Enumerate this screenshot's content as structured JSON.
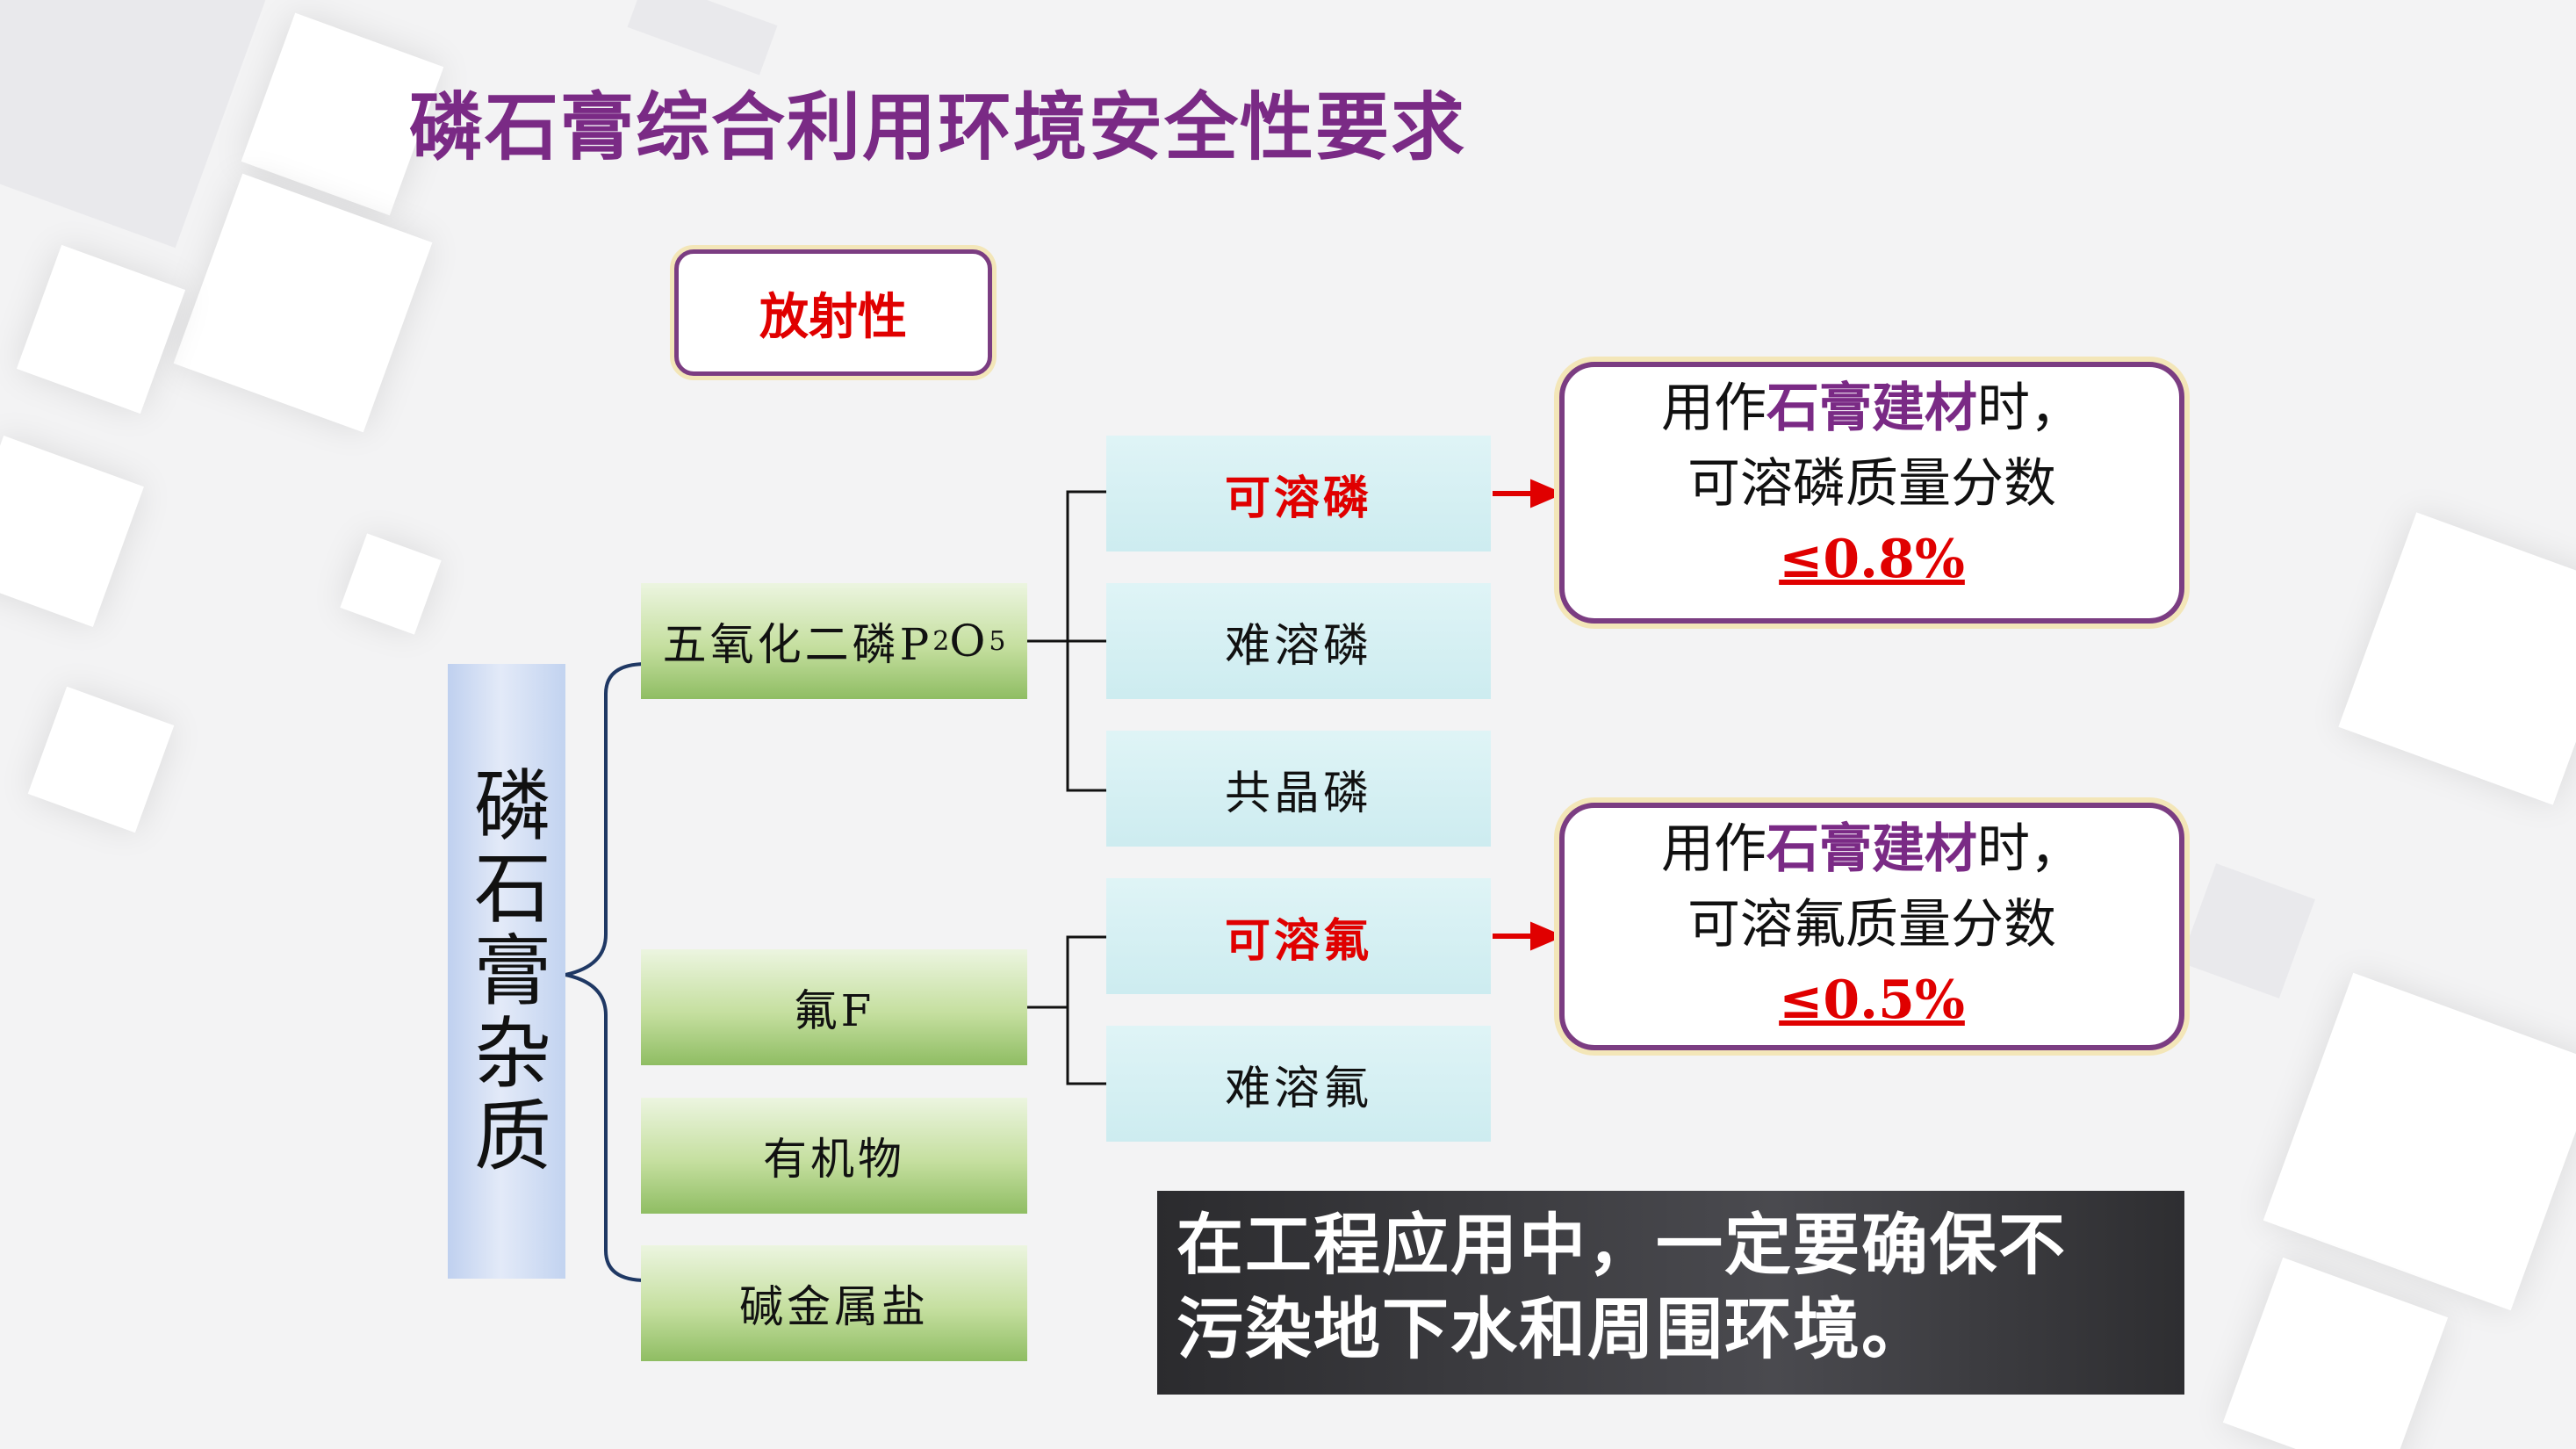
{
  "title": "磷石膏综合利用环境安全性要求",
  "radioactivity_label": "放射性",
  "root_label": "磷石膏杂质",
  "categories": {
    "p2o5_label": "五氧化二磷P",
    "p2o5_sub1": "2",
    "p2o5_o": "O",
    "p2o5_sub2": "5",
    "fluorine": "氟F",
    "organic": "有机物",
    "alkali_salt": "碱金属盐"
  },
  "phosphorus_types": {
    "soluble": "可溶磷",
    "insoluble": "难溶磷",
    "cocrystal": "共晶磷"
  },
  "fluorine_types": {
    "soluble": "可溶氟",
    "insoluble": "难溶氟"
  },
  "phosphorus_req": {
    "prefix": "用作",
    "highlight": "石膏建材",
    "suffix": "时，",
    "line2": "可溶磷质量分数",
    "limit": "≤0.8%"
  },
  "fluorine_req": {
    "prefix": "用作",
    "highlight": "石膏建材",
    "suffix": "时，",
    "line2": "可溶氟质量分数",
    "limit": "≤0.5%"
  },
  "note": {
    "line1": "在工程应用中，一定要确保不",
    "line2": "污染地下水和周围环境。"
  },
  "colors": {
    "title": "#7a2a85",
    "accent_red": "#e00000",
    "box_border": "#7b3d82"
  }
}
